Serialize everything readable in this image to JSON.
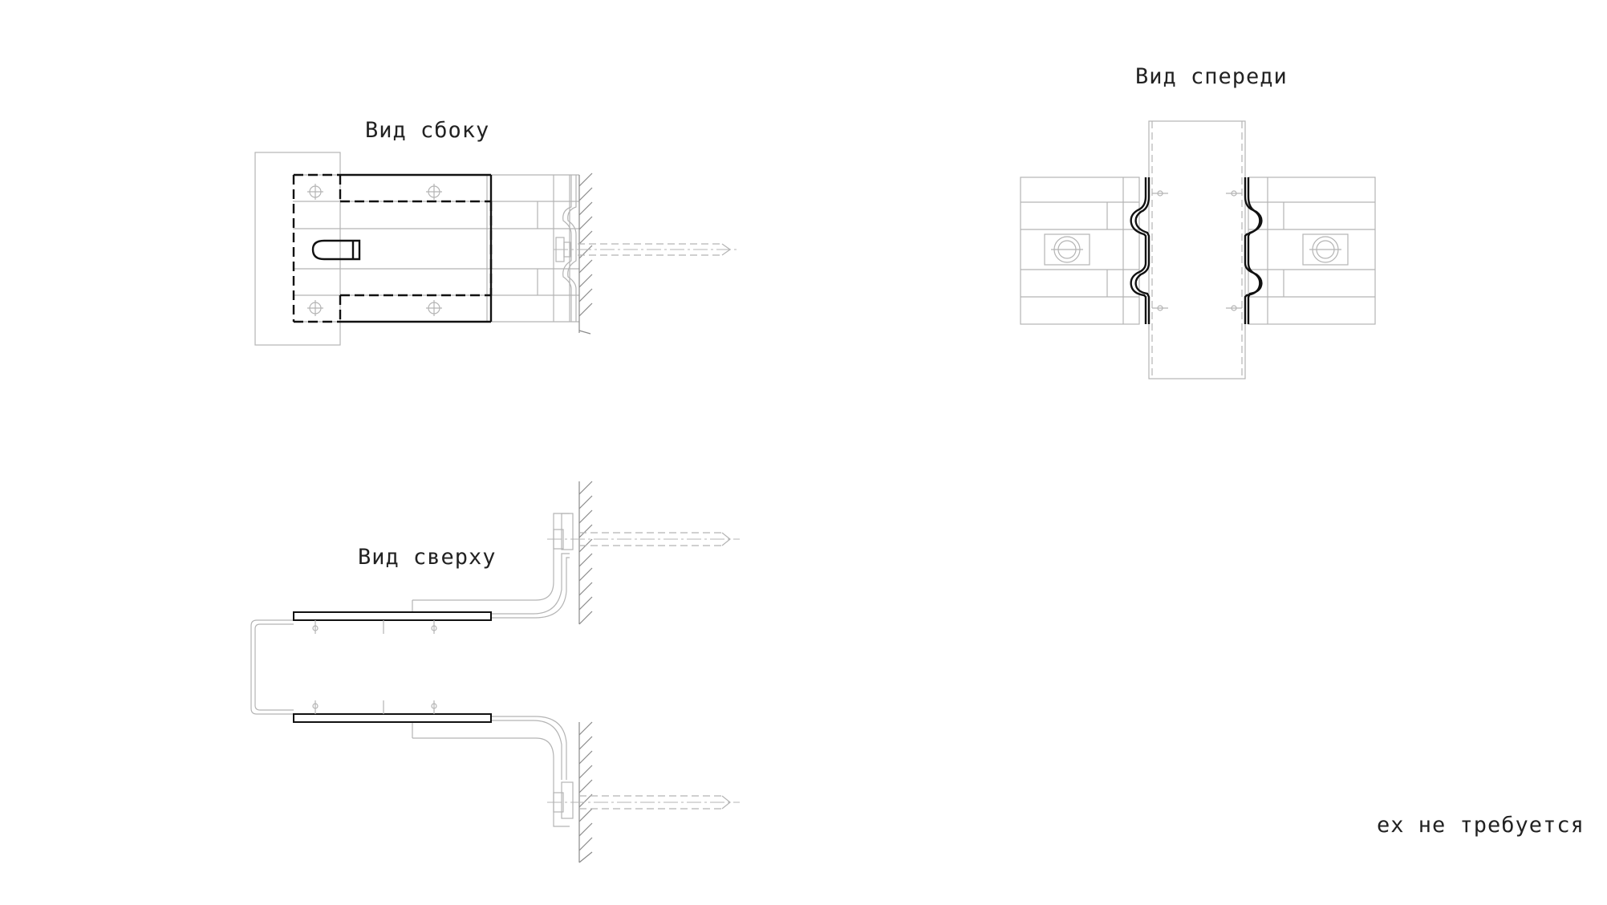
{
  "views": {
    "side": {
      "title": "Вид сбоку"
    },
    "front": {
      "title": "Вид спереди"
    },
    "top": {
      "title": "Вид сверху"
    }
  },
  "note": "ех не требуется"
}
